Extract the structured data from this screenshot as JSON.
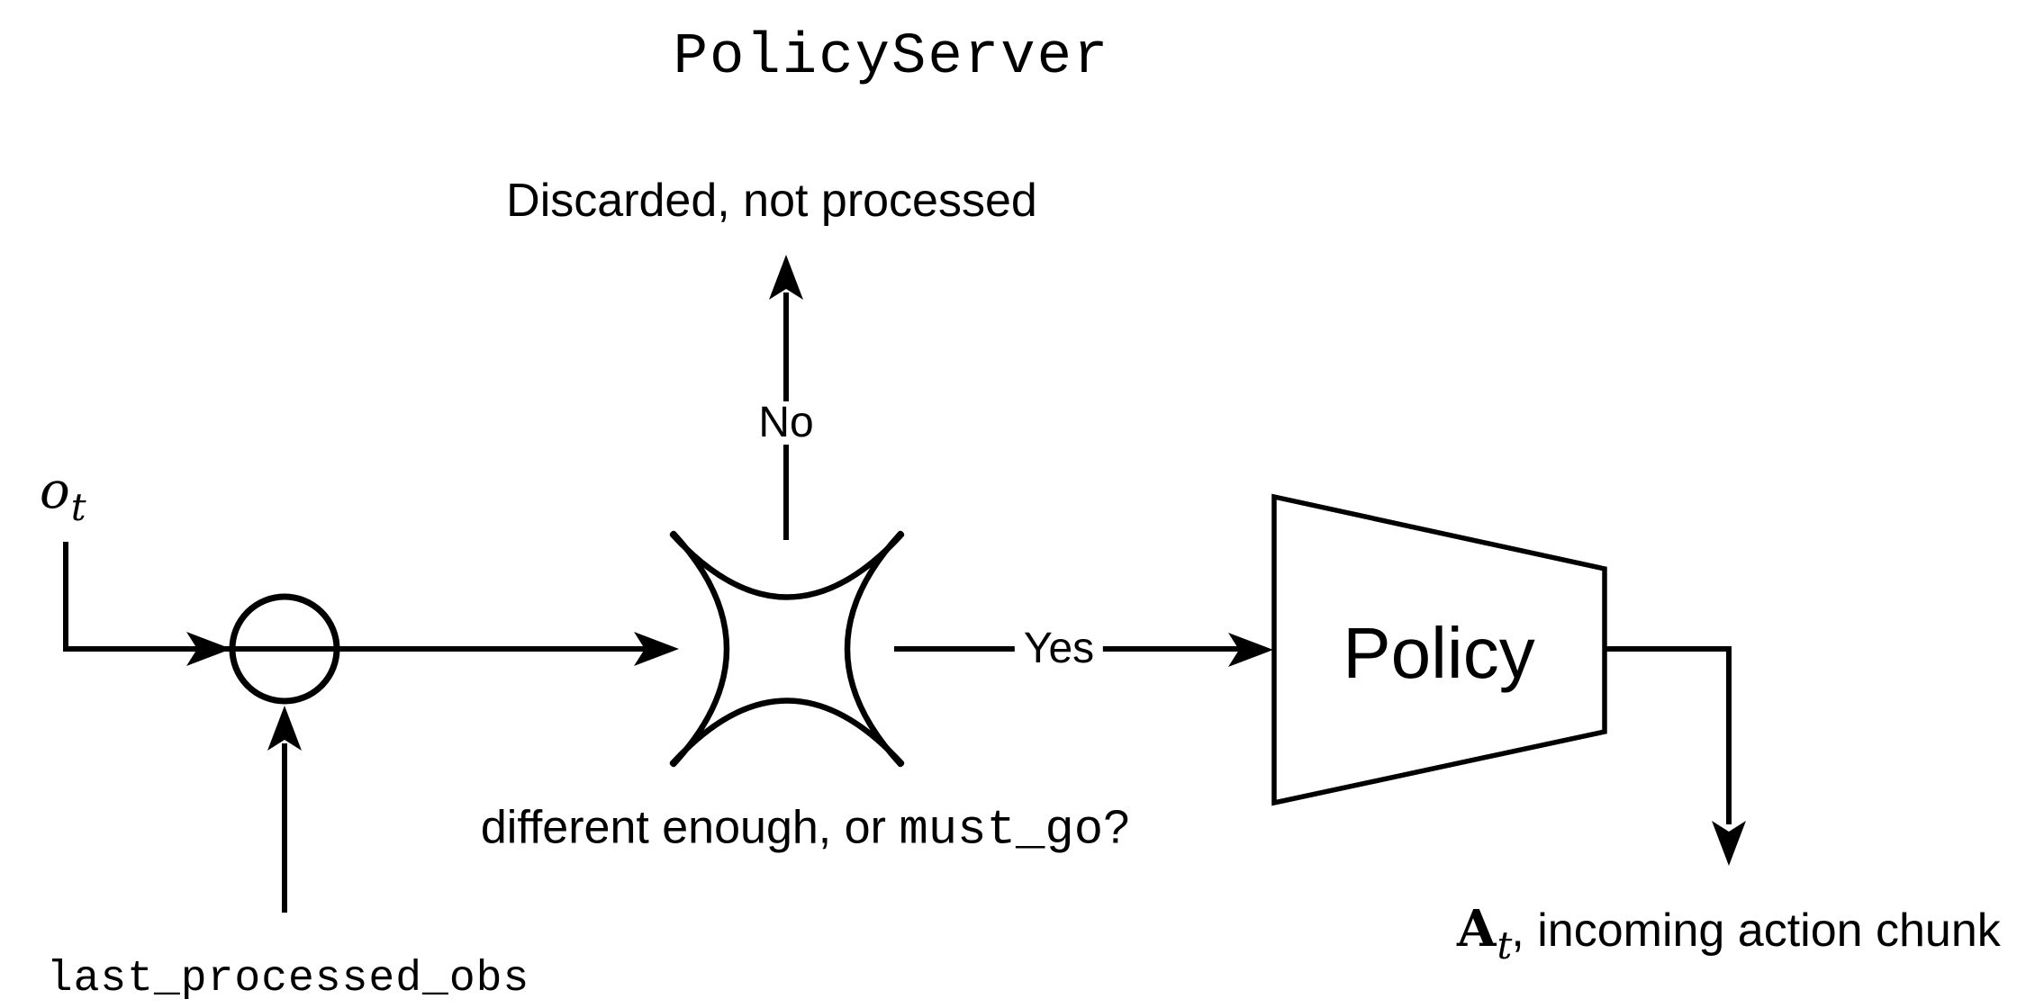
{
  "title": "PolicyServer",
  "labels": {
    "discarded": "Discarded, not processed",
    "no": "No",
    "yes": "Yes",
    "decision_prefix": "different enough, or ",
    "decision_code": "must_go",
    "decision_suffix": "?",
    "obs_symbol": "o",
    "obs_subscript": "t",
    "policy": "Policy",
    "action_symbol": "A",
    "action_subscript": "t",
    "action_suffix": ", incoming action chunk",
    "last_processed": "last_processed_obs"
  },
  "colors": {
    "ink": "#000000",
    "background": "#ffffff"
  }
}
